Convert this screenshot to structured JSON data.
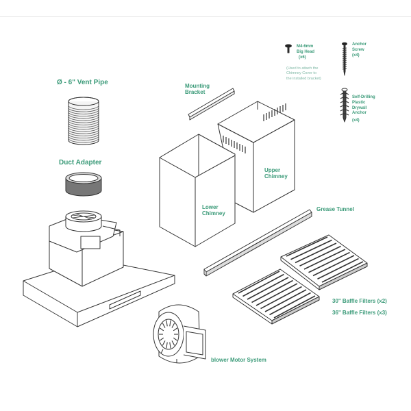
{
  "labels": {
    "vent_pipe": "Ø - 6\" Vent Pipe",
    "duct_adapter": "Duct Adapter",
    "mounting_bracket": [
      "Mounting",
      "Bracket"
    ],
    "upper_chimney": [
      "Upper",
      "Chimney"
    ],
    "lower_chimney": [
      "Lower",
      "Chimney"
    ],
    "grease_tunnel": "Grease Tunnel",
    "baffle_30": "30\" Baffle Filters (x2)",
    "baffle_36": "36\" Baffle Filters (x3)",
    "blower": "blower Motor System",
    "big_head_screw": [
      "M4-6mm",
      "Big Head",
      "(x6)"
    ],
    "big_head_note": [
      "(Used to attach the",
      "Chimney Cover to",
      "the installed bracket)"
    ],
    "anchor_screw": [
      "Anchor",
      "Screw",
      "(x4)"
    ],
    "drywall_anchor": [
      "Self-Drilling",
      "Plastic",
      "Drywall",
      "Anchor"
    ],
    "drywall_anchor_qty": "(x4)"
  },
  "colors": {
    "label": "#3a9a78",
    "note": "#7fb8a5",
    "line": "#333333"
  }
}
